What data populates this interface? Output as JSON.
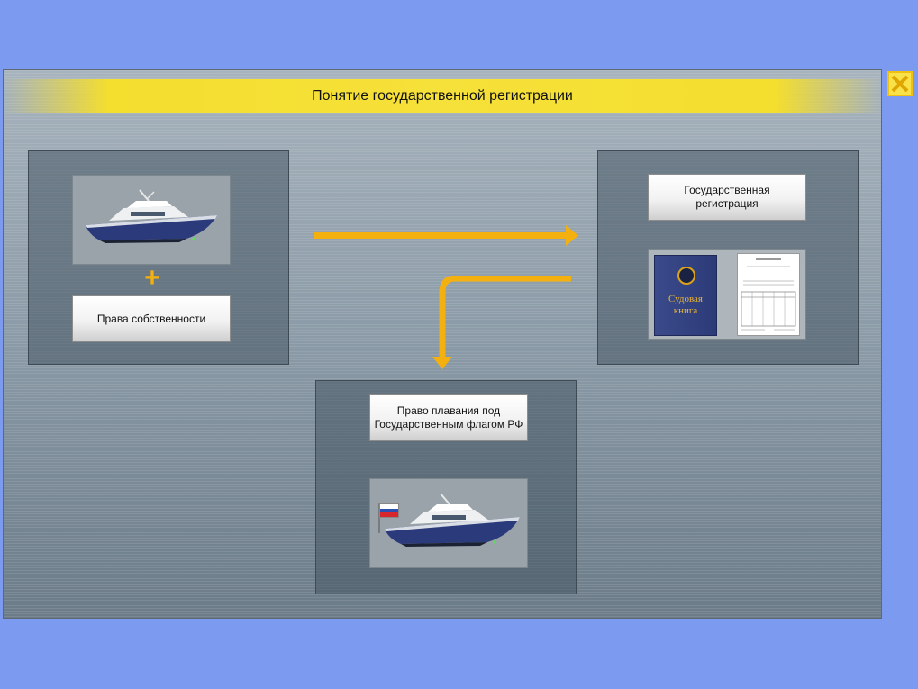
{
  "title": "Понятие государственной регистрации",
  "left_panel": {
    "plus_sign": "+",
    "ownership_label": "Права собственности"
  },
  "right_panel": {
    "registration_label": "Государственная регистрация",
    "book_cover_line1": "Судовая",
    "book_cover_line2": "книга"
  },
  "bottom_panel": {
    "flag_right_label": "Право плавания под Государственным флагом РФ"
  },
  "colors": {
    "background": "#7b9af0",
    "title_bar": "#f6e13a",
    "arrow": "#f4b00e",
    "hull": "#2b3a7a"
  },
  "icons": [
    "close-icon",
    "yacht-icon",
    "russian-flag-icon",
    "ship-book-icon",
    "document-icon",
    "arrow-right-icon",
    "arrow-down-icon"
  ]
}
